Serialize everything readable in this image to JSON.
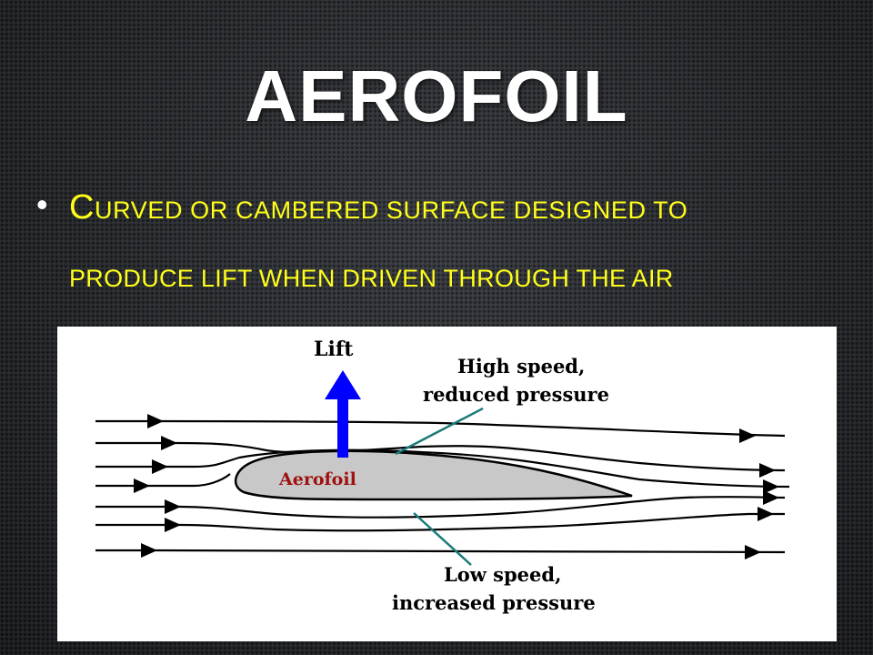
{
  "slide": {
    "title": "AEROFOIL",
    "bullet_first_letter": "C",
    "bullet_line1_rest": "urved or cambered surface designed to",
    "bullet_line2": "produce lift when driven through the air"
  },
  "diagram": {
    "labels": {
      "lift": "Lift",
      "high_speed_1": "High speed,",
      "high_speed_2": "reduced pressure",
      "low_speed_1": "Low speed,",
      "low_speed_2": "increased pressure",
      "aerofoil": "Aerofoil"
    },
    "colors": {
      "title": "#ffffff",
      "bullet_text": "#ffff1a",
      "lift_arrow": "#0000ff",
      "aerofoil_fill": "#c8c8c8",
      "aerofoil_label": "#a01010",
      "leader_line": "#1b7a7a"
    }
  }
}
